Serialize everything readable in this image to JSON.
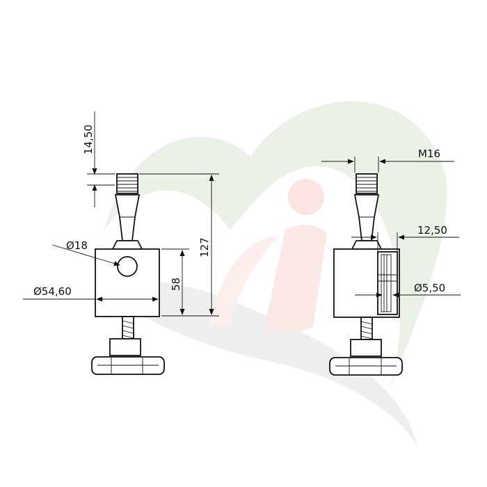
{
  "dimensions": {
    "height_top": "14,50",
    "hole_diameter": "Ø18",
    "body_diameter": "Ø54,60",
    "body_height": "58",
    "total_height": "127",
    "thread": "M16",
    "slot_width": "12,50",
    "slot_diameter": "Ø5,50"
  },
  "colors": {
    "watermark_green": "#e6efe2",
    "watermark_red": "#fbe3e0",
    "watermark_grey": "#eeeeee",
    "line": "#111111"
  }
}
